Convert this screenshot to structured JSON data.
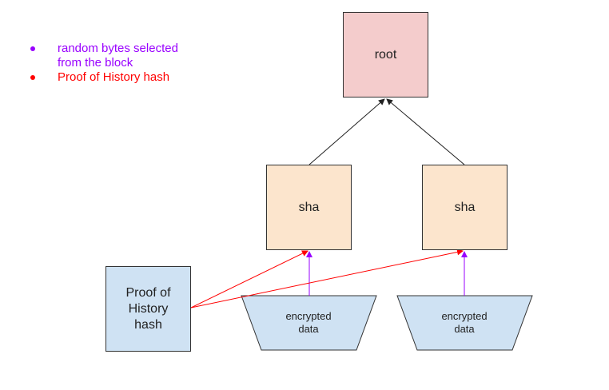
{
  "legend": {
    "items": [
      {
        "text": "random bytes selected\nfrom the block",
        "color": "#9900ff"
      },
      {
        "text": "Proof of History hash",
        "color": "#ff0000"
      }
    ]
  },
  "nodes": {
    "root": "root",
    "sha_left": "sha",
    "sha_right": "sha",
    "poh": "Proof of\nHistory\nhash",
    "enc_left": "encrypted\ndata",
    "enc_right": "encrypted\ndata"
  },
  "colors": {
    "root_fill": "#f4cccc",
    "sha_fill": "#fce5cd",
    "data_fill": "#cfe2f3",
    "tree_edge": "#222222",
    "random_bytes_arrow": "#9900ff",
    "poh_arrow": "#ff0000"
  }
}
